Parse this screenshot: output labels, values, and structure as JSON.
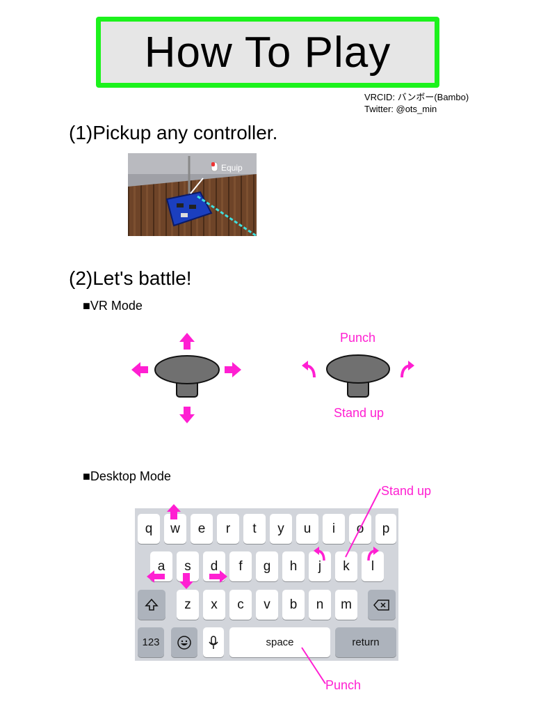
{
  "title": "How To Play",
  "credits": {
    "vrcid": "VRCID: バンボー(Bambo)",
    "twitter": "Twitter: @ots_min"
  },
  "step1": {
    "heading": "(1)Pickup any controller.",
    "tooltip_label": "Equip"
  },
  "step2": {
    "heading": "(2)Let's battle!",
    "vr_mode_label": "■VR Mode",
    "desktop_mode_label": "■Desktop Mode"
  },
  "vr": {
    "punch_label": "Punch",
    "stand_up_label": "Stand up"
  },
  "desktop": {
    "stand_up_label": "Stand up",
    "punch_label": "Punch"
  },
  "keyboard": {
    "row1": [
      "q",
      "w",
      "e",
      "r",
      "t",
      "y",
      "u",
      "i",
      "o",
      "p"
    ],
    "row2": [
      "a",
      "s",
      "d",
      "f",
      "g",
      "h",
      "j",
      "k",
      "l"
    ],
    "row3": [
      "z",
      "x",
      "c",
      "v",
      "b",
      "n",
      "m"
    ],
    "numbers_key": "123",
    "space_key": "space",
    "return_key": "return",
    "shift_icon": "shift-icon",
    "backspace_icon": "backspace-icon",
    "emoji_icon": "emoji-icon",
    "mic_icon": "mic-icon"
  },
  "colors": {
    "accent_magenta": "#ff1fd2",
    "title_border_green": "#1cf21c",
    "keyboard_bg": "#d2d5db"
  }
}
